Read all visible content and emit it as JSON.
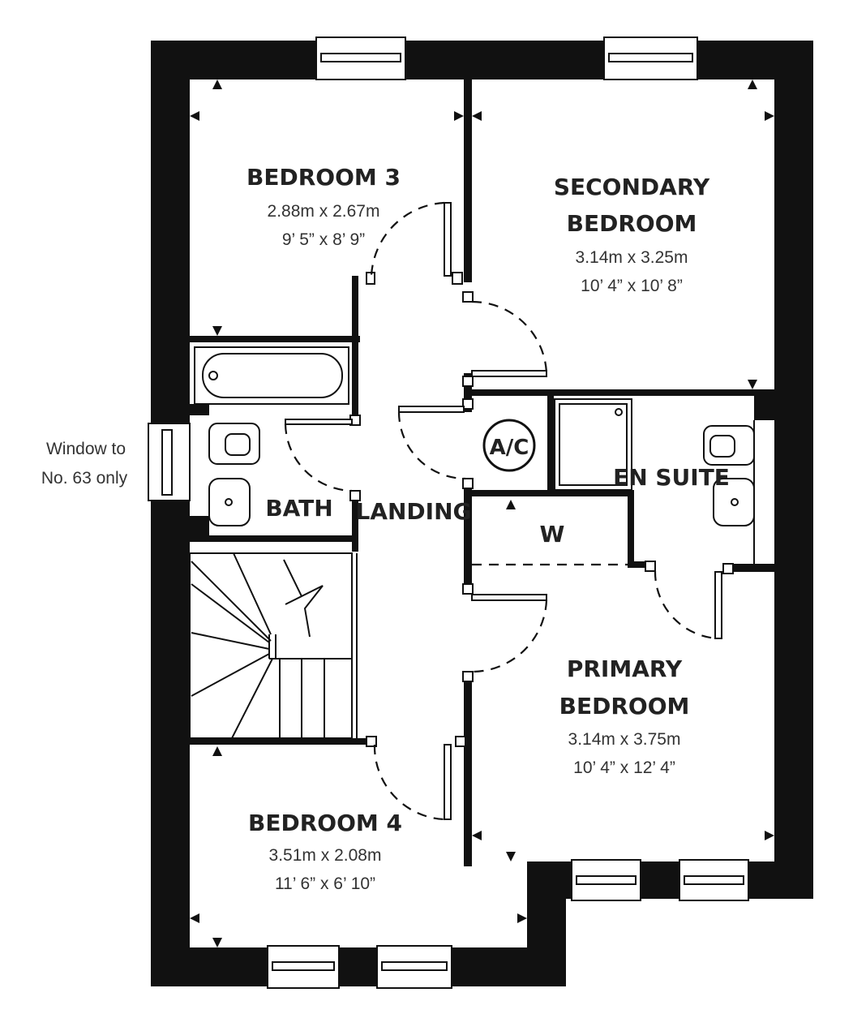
{
  "rooms": {
    "bedroom3": {
      "name": "BEDROOM 3",
      "metric": "2.88m x 2.67m",
      "imperial": "9’ 5” x 8’ 9”"
    },
    "secondary": {
      "name_line1": "SECONDARY",
      "name_line2": "BEDROOM",
      "metric": "3.14m x 3.25m",
      "imperial": "10’ 4” x 10’ 8”"
    },
    "bath": {
      "name": "BATH"
    },
    "landing": {
      "name": "LANDING"
    },
    "ac": {
      "name": "A/C"
    },
    "ensuite": {
      "name": "EN SUITE"
    },
    "wardrobe": {
      "name": "W"
    },
    "primary": {
      "name_line1": "PRIMARY",
      "name_line2": "BEDROOM",
      "metric": "3.14m x 3.75m",
      "imperial": "10’ 4” x 12’ 4”"
    },
    "bedroom4": {
      "name": "BEDROOM 4",
      "metric": "3.51m x 2.08m",
      "imperial": "11’ 6” x 6’ 10”"
    }
  },
  "note": {
    "line1": "Window to",
    "line2": "No. 63 only"
  }
}
